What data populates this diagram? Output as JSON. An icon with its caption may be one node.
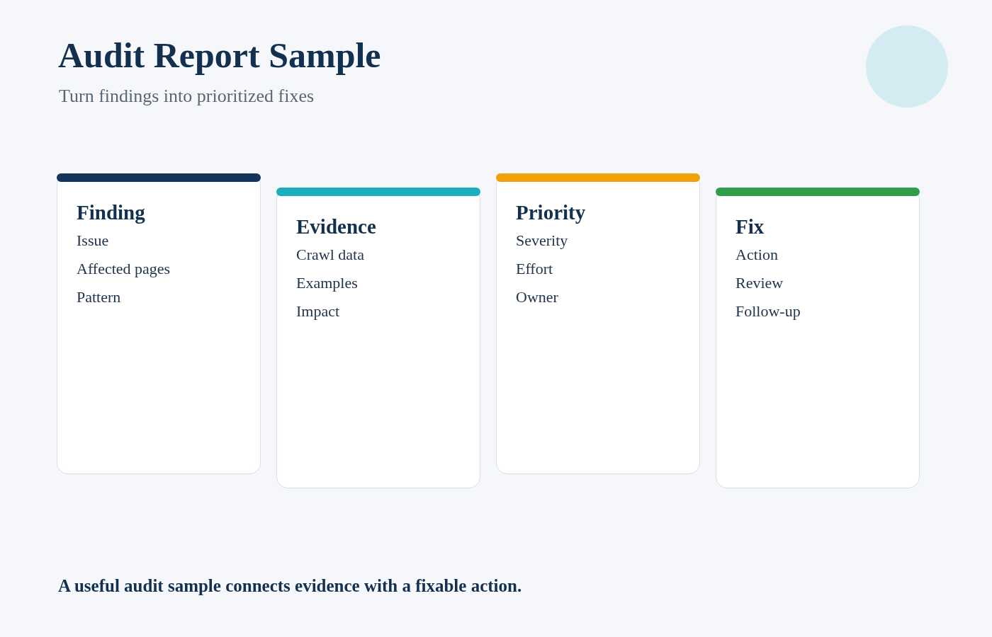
{
  "diagram": {
    "title": "Audit Report Sample",
    "caption": "A useful audit sample connects evidence with a fixable action.",
    "nodes": [
      {
        "text": [
          "Finding",
          "Issue",
          "Affected pages",
          "Pattern"
        ]
      },
      {
        "text": [
          "Evidence",
          "Crawl data",
          "Examples",
          "Impact"
        ]
      },
      {
        "text": [
          "Priority",
          "Severity",
          "Effort",
          "Owner"
        ]
      },
      {
        "text": [
          "Fix",
          "Action",
          "Review",
          "Follow-up"
        ]
      }
    ],
    "labels": [
      "Turn findings into prioritized fixes"
    ]
  }
}
